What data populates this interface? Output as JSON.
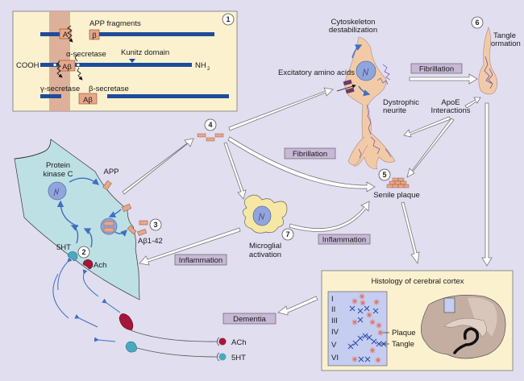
{
  "background_color": "#e1def0",
  "panel1": {
    "number": "1",
    "title": "APP fragments",
    "alpha_secretase": "α-secretase",
    "kunitz_domain": "Kunitz domain",
    "cooh": "COOH",
    "nh2": "NH",
    "nh2_sub": "2",
    "gamma_secretase": "γ-secretase",
    "beta_secretase": "β-secretase",
    "frag_a": "A",
    "frag_b": "β",
    "frag_ab_mid": "Aβ",
    "frag_ab_low": "Aβ",
    "colors": {
      "panel_bg": "#fbf1cf",
      "strand": "#1e4c9a",
      "band": "#d9a893",
      "fragment": "#e7a888"
    }
  },
  "neuron": {
    "protein_kinase": "Protein\nkinase C",
    "protein_kinase_line1": "Protein",
    "protein_kinase_line2": "kinase C",
    "app": "APP",
    "receptor_5ht": "5HT",
    "receptor_ach": "Ach",
    "number": "2",
    "colors": {
      "cell": "#bde0e4",
      "nucleus": "#8fa6dc",
      "arrow": "#3f6fc0"
    }
  },
  "abeta": {
    "number": "3",
    "label": "Aβ1-42"
  },
  "oligomer": {
    "number": "4"
  },
  "plaque": {
    "number": "5",
    "label": "Senile plaque"
  },
  "tangle": {
    "number": "6",
    "line1": "Tangle",
    "line2": "formation"
  },
  "microglia": {
    "number": "7",
    "line1": "Microglial",
    "line2": "activation"
  },
  "damaged_neuron": {
    "cytoskeleton_line1": "Cytoskeleton",
    "cytoskeleton_line2": "destabilization",
    "excitatory": "Excitatory amino acids",
    "dystrophic_line1": "Dystrophic",
    "dystrophic_line2": "neurite",
    "apoe_line1": "ApoE",
    "apoe_line2": "Interactions"
  },
  "process_boxes": {
    "fibrillation_top": "Fibrillation",
    "fibrillation_mid": "Fibrillation",
    "inflammation_right": "Inflammation",
    "inflammation_left": "Inflammation",
    "dementia": "Dementia",
    "box_color": "#c6b8d6"
  },
  "histology": {
    "title": "Histology of cerebral cortex",
    "layers": [
      "I",
      "II",
      "III",
      "IV",
      "V",
      "VI"
    ],
    "plaque_label": "Plaque",
    "tangle_label": "Tangle",
    "colors": {
      "panel_bg": "#fbf1cf",
      "slide_bg": "#c5cdf0",
      "plaque": "#e0604a",
      "tangle": "#2c4fb0",
      "brain": "#c4aea2"
    }
  },
  "legend": {
    "items": [
      {
        "label": "ACh",
        "color": "#a3173a"
      },
      {
        "label": "5HT",
        "color": "#4aa9c0"
      }
    ]
  }
}
